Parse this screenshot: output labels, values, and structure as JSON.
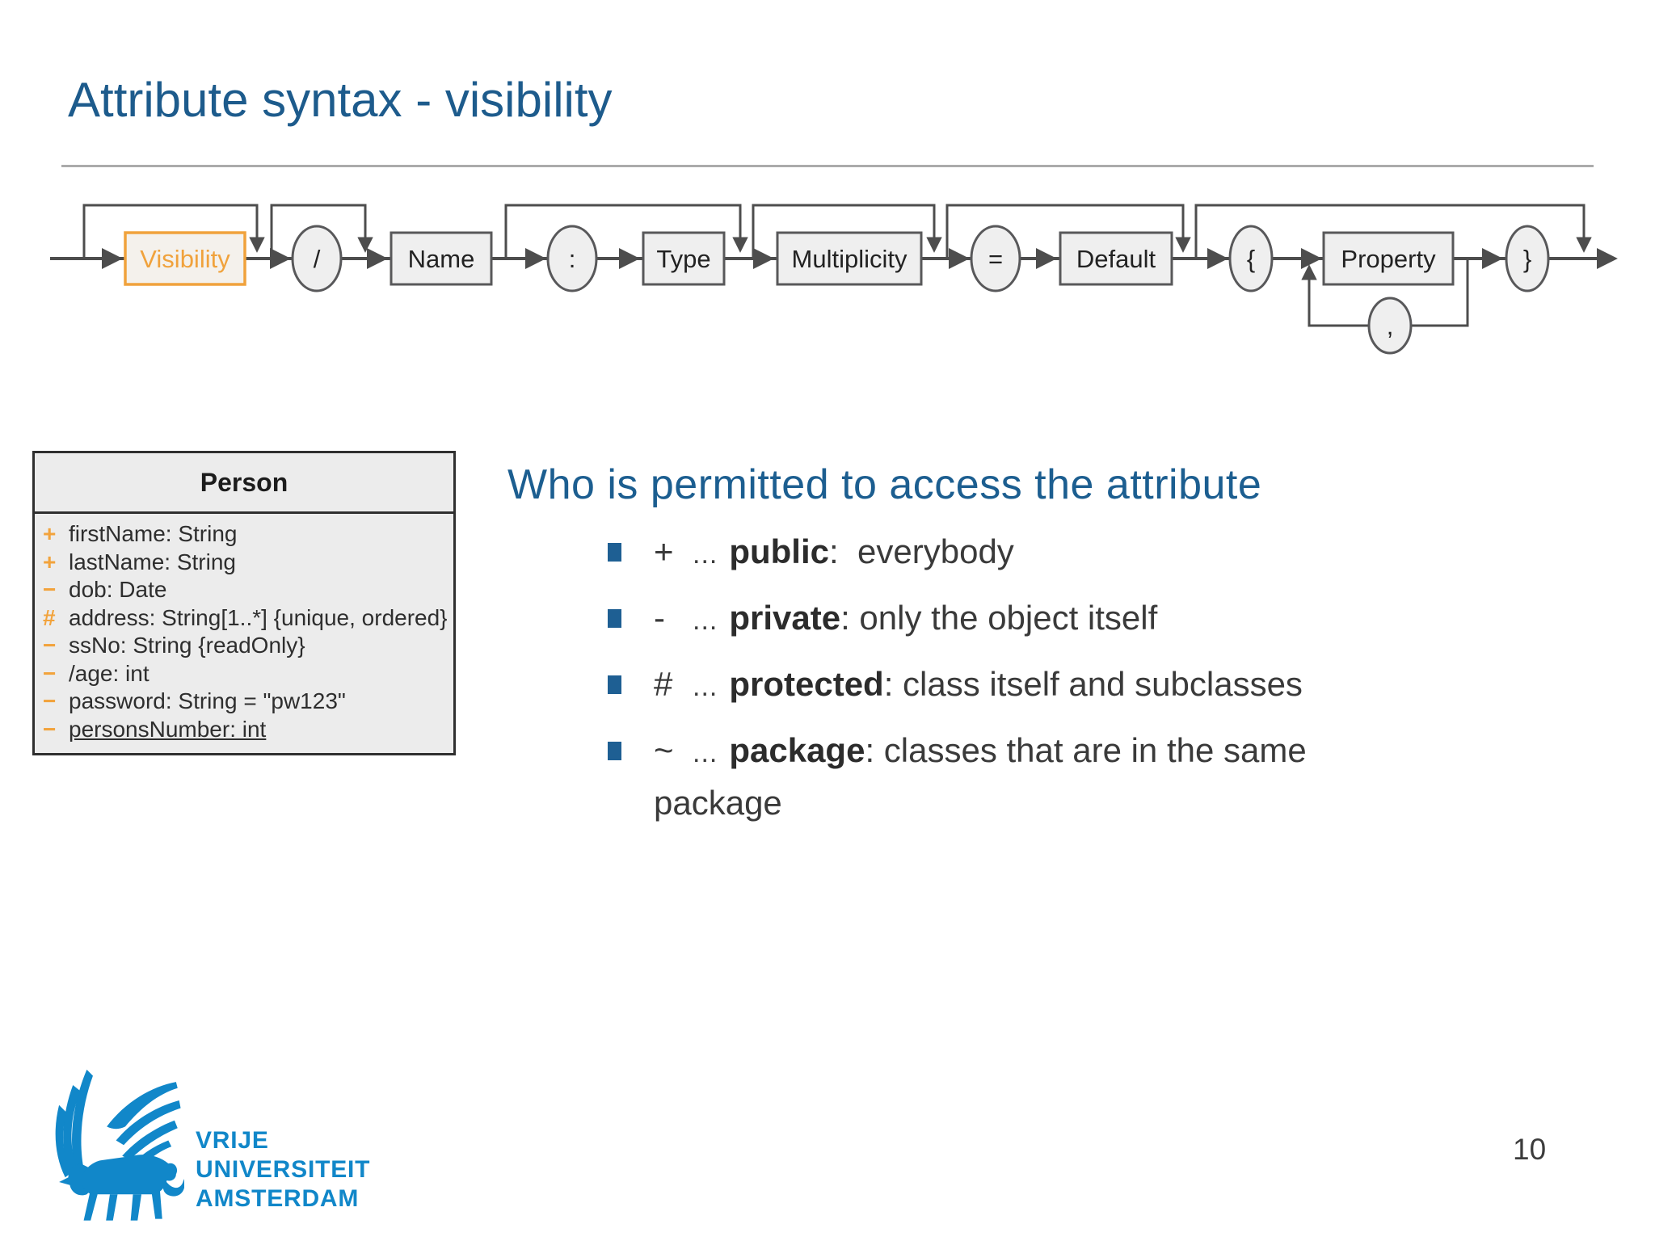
{
  "slide": {
    "title": "Attribute syntax - visibility",
    "page_number": "10"
  },
  "railroad": {
    "visibility": "Visibility",
    "slash": "/",
    "name": "Name",
    "colon": ":",
    "type": "Type",
    "multiplicity": "Multiplicity",
    "equals": "=",
    "default": "Default",
    "open_brace": "{",
    "property": "Property",
    "close_brace": "}",
    "comma": ","
  },
  "uml_class": {
    "name": "Person",
    "attributes": [
      {
        "visibility": "+",
        "text": "firstName: String"
      },
      {
        "visibility": "+",
        "text": "lastName: String"
      },
      {
        "visibility": "−",
        "text": "dob: Date"
      },
      {
        "visibility": "#",
        "text": "address: String[1..*] {unique, ordered}"
      },
      {
        "visibility": "−",
        "text": "ssNo: String {readOnly}"
      },
      {
        "visibility": "−",
        "text": "/age: int"
      },
      {
        "visibility": "−",
        "text": "password: String = \"pw123\""
      },
      {
        "visibility": "−",
        "text": "personsNumber: int"
      }
    ]
  },
  "content": {
    "heading": "Who is permitted to access the attribute",
    "bullets": [
      {
        "symbol": "+",
        "dots": "...",
        "keyword": "public",
        "rest": ":  everybody",
        "rest_line2": ""
      },
      {
        "symbol": "-",
        "dots": "...",
        "keyword": "private",
        "rest": ": only the object itself",
        "rest_line2": ""
      },
      {
        "symbol": "#",
        "dots": "...",
        "keyword": "protected",
        "rest": ": class itself and subclasses",
        "rest_line2": ""
      },
      {
        "symbol": "~",
        "dots": "...",
        "keyword": "package",
        "rest": ": classes that are in the same",
        "rest_line2": "package"
      }
    ]
  },
  "logo": {
    "line1": "VRIJE",
    "line2": "UNIVERSITEIT",
    "line3": "AMSTERDAM"
  },
  "colors": {
    "title_blue": "#1d5b8c",
    "heading_blue": "#1c5e90",
    "accent_orange": "#f0a23c",
    "vu_blue": "#1187c9",
    "body_text": "#3a3a3a",
    "diagram_line": "#4d4d4d"
  }
}
